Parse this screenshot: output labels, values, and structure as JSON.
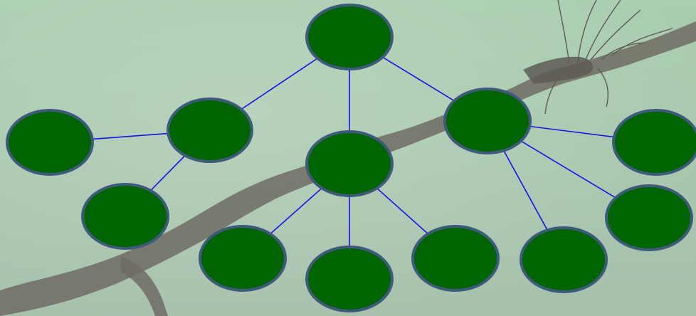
{
  "colors": {
    "background_top": "#a9cdb0",
    "background_bottom": "#a7c1ad",
    "branch": "#6f6b63",
    "branch_shadow": "#5d5a54",
    "node_fill": "#006400",
    "node_stroke": "#3d5a7a",
    "edge": "#1414e6"
  },
  "graph": {
    "nodes": [
      {
        "id": "root"
      },
      {
        "id": "left-mid"
      },
      {
        "id": "far-left"
      },
      {
        "id": "left-low"
      },
      {
        "id": "center"
      },
      {
        "id": "bottom-left"
      },
      {
        "id": "bottom-center"
      },
      {
        "id": "bottom-right"
      },
      {
        "id": "right-mid"
      },
      {
        "id": "right-upper"
      },
      {
        "id": "right-lower"
      },
      {
        "id": "right-bottom"
      }
    ],
    "edges": [
      {
        "from": "root",
        "to": "left-mid"
      },
      {
        "from": "root",
        "to": "center"
      },
      {
        "from": "root",
        "to": "right-mid"
      },
      {
        "from": "left-mid",
        "to": "far-left"
      },
      {
        "from": "left-mid",
        "to": "left-low"
      },
      {
        "from": "center",
        "to": "bottom-left"
      },
      {
        "from": "center",
        "to": "bottom-center"
      },
      {
        "from": "center",
        "to": "bottom-right"
      },
      {
        "from": "right-mid",
        "to": "right-upper"
      },
      {
        "from": "right-mid",
        "to": "right-lower"
      },
      {
        "from": "right-mid",
        "to": "right-bottom"
      }
    ]
  }
}
